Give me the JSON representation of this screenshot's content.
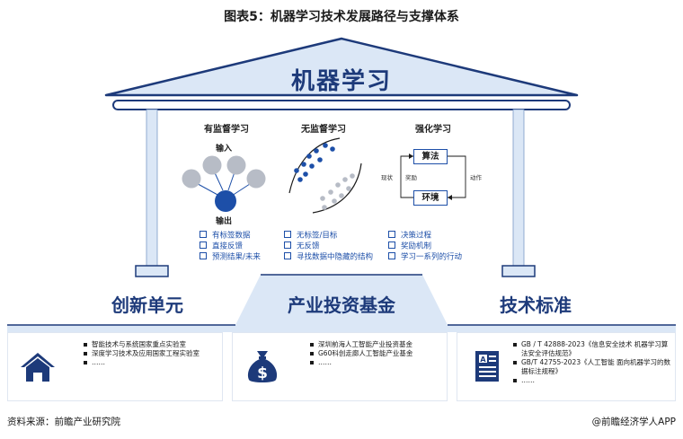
{
  "figure_title": "图表5：机器学习技术发展路径与支撑体系",
  "roof_title": "机器学习",
  "colors": {
    "primary": "#1d4fa8",
    "dark_navy": "#1d3a7a",
    "pale_blue": "#dbe7f6",
    "gray_node": "#b7bcc6"
  },
  "methods": [
    {
      "title": "有监督学习",
      "labels": {
        "input": "输入",
        "output": "输出"
      },
      "bullets": [
        "有标签数据",
        "直接反馈",
        "预测结果/未来"
      ]
    },
    {
      "title": "无监督学习",
      "bullets": [
        "无标签/目标",
        "无反馈",
        "寻找数据中隐藏的结构"
      ]
    },
    {
      "title": "强化学习",
      "labels": {
        "algorithm": "算法",
        "environment": "环境",
        "state": "现状",
        "reward": "奖励",
        "action": "动作"
      },
      "bullets": [
        "决策过程",
        "奖励机制",
        "学习一系列的行动"
      ]
    }
  ],
  "pillars": [
    {
      "title": "创新单元",
      "icon": "house-icon",
      "items": [
        "智能技术与系统国家重点实验室",
        "深度学习技术及应用国家工程实验室",
        "……"
      ]
    },
    {
      "title": "产业投资基金",
      "icon": "money-bag-icon",
      "items": [
        "深圳前海人工智能产业投资基金",
        "G60科创走廊人工智能产业基金",
        "……"
      ]
    },
    {
      "title": "技术标准",
      "icon": "document-icon",
      "items": [
        "GB / T 42888-2023《信息安全技术 机器学习算法安全评估规范》",
        "GB/T 42755-2023《人工智能 面向机器学习的数据标注规程》",
        "……"
      ]
    }
  ],
  "footer": {
    "source": "资料来源：前瞻产业研究院",
    "brand": "@前瞻经济学人APP"
  }
}
